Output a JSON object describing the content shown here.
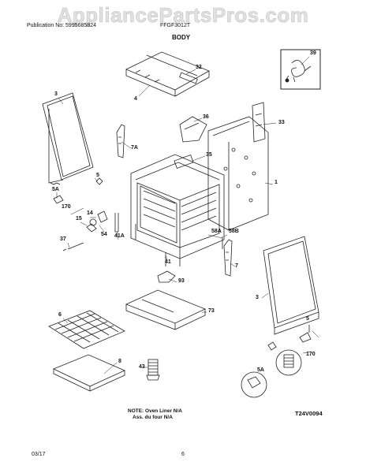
{
  "watermark": "AppliancePartsPros.com",
  "header": {
    "publication": "Publication No: 5995685824",
    "model": "FFGF3012T",
    "title": "BODY"
  },
  "callouts": {
    "c39": "39",
    "c32": "32",
    "c4": "4",
    "c3_left": "3",
    "c36": "36",
    "c33": "33",
    "c7A": "7A",
    "c5_left": "5",
    "c35": "35",
    "c1": "1",
    "c5A_left": "5A",
    "c170_left": "170",
    "c15": "15",
    "c14": "14",
    "c54": "54",
    "c41A": "41A",
    "c58A": "58A",
    "c58B": "58B",
    "c37": "37",
    "c41": "41",
    "c7": "7",
    "c93": "93",
    "c3_right": "3",
    "c73": "73",
    "c6": "6",
    "c8": "8",
    "c43": "43",
    "c5_right": "5",
    "c170_right": "170",
    "c5A_right": "5A"
  },
  "note": {
    "line1": "NOTE: Oven Liner N/A",
    "line2": "Ass. du four N/A"
  },
  "diagram_code": "T24V0094",
  "footer": {
    "date": "03/17",
    "page": "6"
  }
}
